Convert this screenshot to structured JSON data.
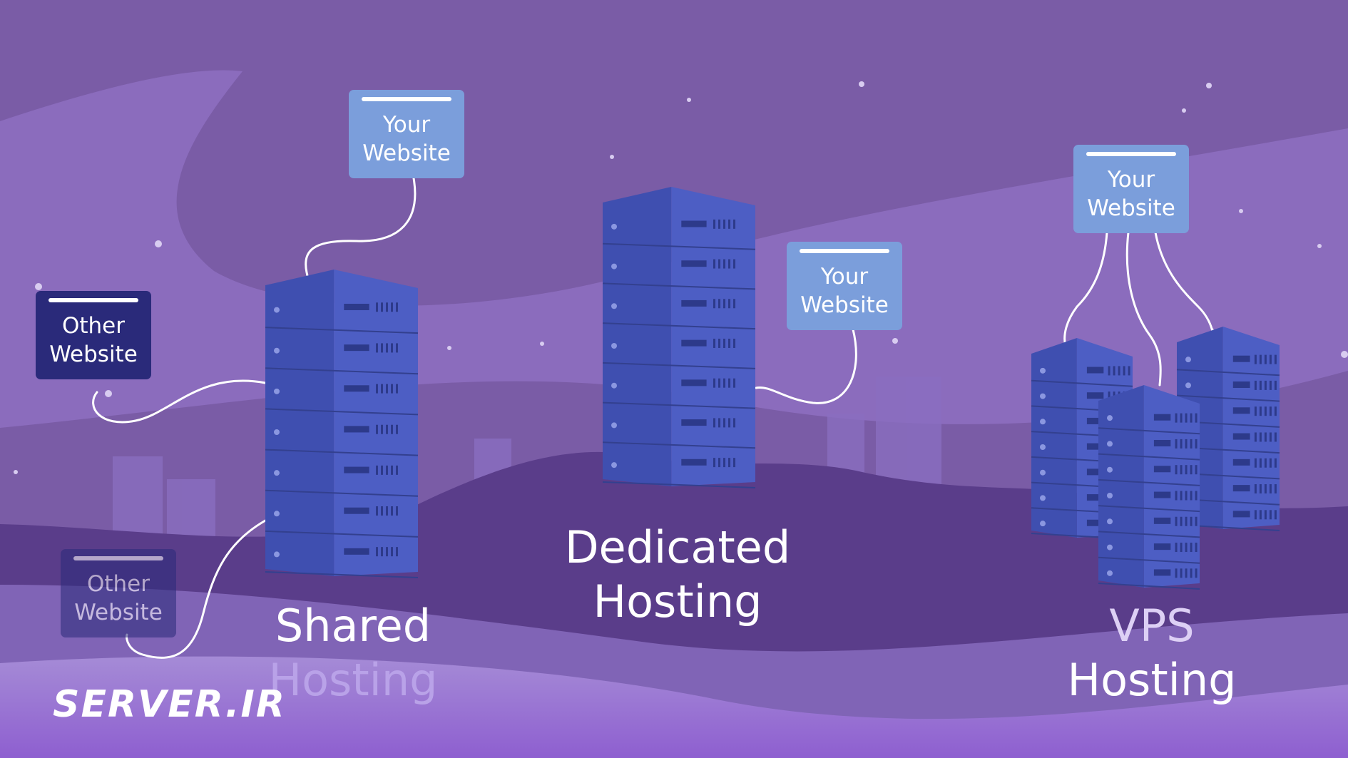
{
  "colors": {
    "sky": "#7a5ca6",
    "hill_dark": "#5a3d8a",
    "foreground": "#8e6cc4",
    "server_front": "#3f4fb0",
    "server_side": "#4d5ec4",
    "card_yours": "#7b9edb",
    "card_other": "#2a2a7a",
    "wire": "#ffffff"
  },
  "cards": {
    "shared_yours": {
      "line1": "Your",
      "line2": "Website"
    },
    "shared_other_top": {
      "line1": "Other",
      "line2": "Website"
    },
    "shared_other_bottom": {
      "line1": "Other",
      "line2": "Website"
    },
    "dedicated_yours": {
      "line1": "Your",
      "line2": "Website"
    },
    "vps_yours": {
      "line1": "Your",
      "line2": "Website"
    }
  },
  "labels": {
    "shared": {
      "line1": "Shared",
      "line2": "Hosting"
    },
    "dedicated": {
      "line1": "Dedicated",
      "line2": "Hosting"
    },
    "vps": {
      "line1": "VPS",
      "line2": "Hosting"
    }
  },
  "logo": {
    "text": "SERVER.IR",
    "icon": "cloud-server-icon"
  }
}
